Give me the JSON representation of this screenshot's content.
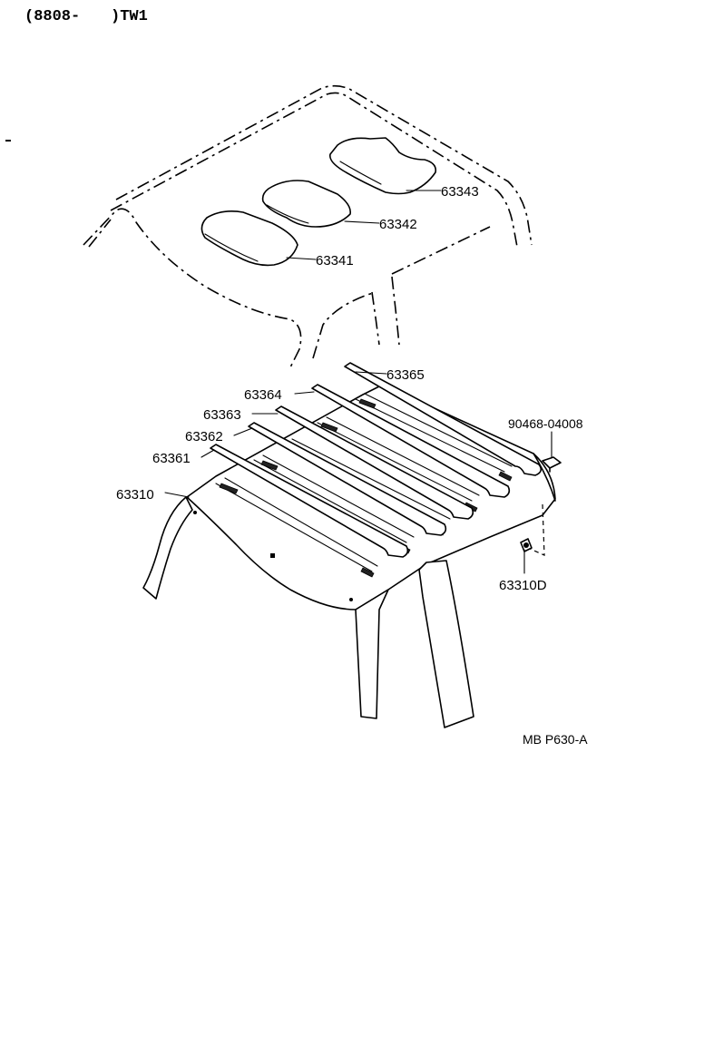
{
  "header": {
    "left": "(8808-",
    "right": ")TW1"
  },
  "parts": {
    "p63343": "63343",
    "p63342": "63342",
    "p63341": "63341",
    "p63365": "63365",
    "p63364": "63364",
    "p63363": "63363",
    "p63362": "63362",
    "p63361": "63361",
    "p63310": "63310",
    "p90468": "90468-04008",
    "p63310D": "63310D"
  },
  "footer": {
    "code": "MB P630-A"
  }
}
